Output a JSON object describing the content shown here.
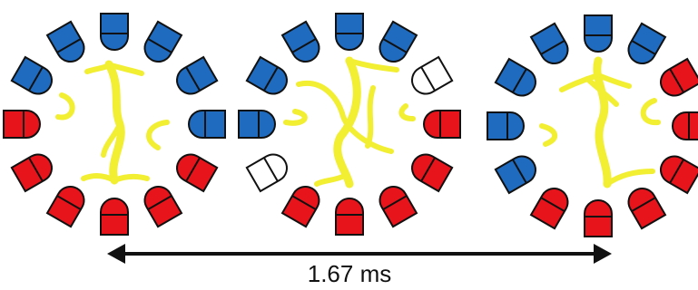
{
  "colors": {
    "blue": "#1f6bbf",
    "red": "#e8141b",
    "empty": "#ffffff",
    "filament": "#f2ee32",
    "outline": "#111111"
  },
  "diagram": {
    "time_label": "1.67 ms",
    "panels": [
      {
        "name": "panel-1",
        "tips": [
          "blue",
          "blue",
          "blue",
          "blue",
          "red",
          "red",
          "red",
          "red",
          "red",
          "red",
          "blue",
          "blue"
        ]
      },
      {
        "name": "panel-2",
        "tips": [
          "blue",
          "blue",
          "empty",
          "red",
          "red",
          "red",
          "red",
          "red",
          "empty",
          "blue",
          "blue",
          "blue"
        ]
      },
      {
        "name": "panel-3",
        "tips": [
          "blue",
          "blue",
          "red",
          "red",
          "red",
          "red",
          "red",
          "red",
          "blue",
          "blue",
          "blue",
          "blue"
        ]
      }
    ]
  }
}
